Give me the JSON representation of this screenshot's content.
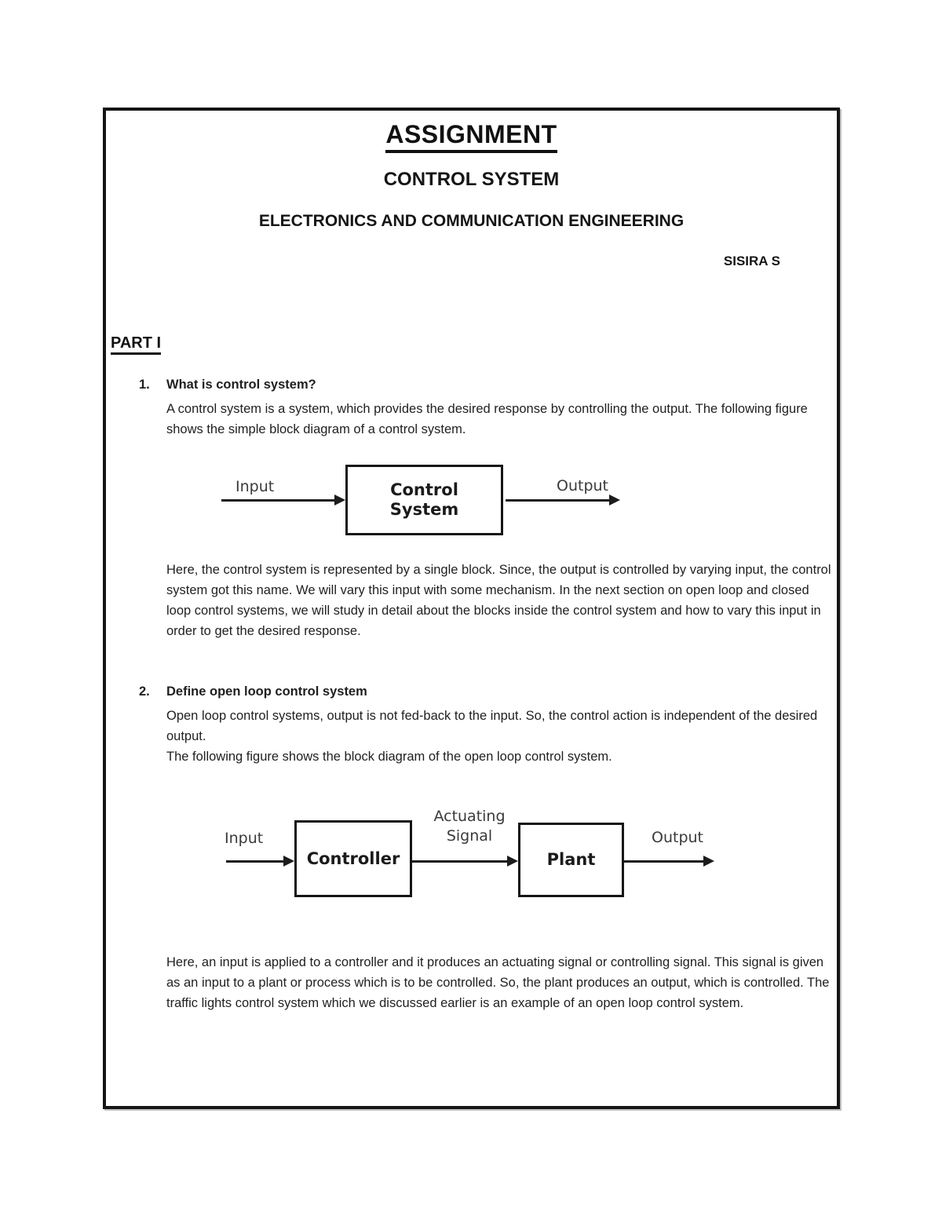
{
  "header": {
    "title": "ASSIGNMENT",
    "subtitle": "CONTROL SYSTEM",
    "department": "ELECTRONICS AND COMMUNICATION ENGINEERING",
    "author": "SISIRA S",
    "section_heading": "PART I"
  },
  "questions": [
    {
      "number": "1.",
      "title": "What is control system?",
      "intro": "A control system is a system, which provides the desired response by controlling the output. The following figure shows the simple block diagram of a control system.",
      "after_text": "Here, the control system is represented by a single block. Since, the output is controlled by varying input, the control system got this name. We will vary this input with some mechanism. In the next section on open loop and closed loop control systems, we will study in detail about the blocks inside the control system and how to vary this input in order to get the desired response."
    },
    {
      "number": "2.",
      "title": "Define open loop control system",
      "intro": "Open loop control systems, output is not fed-back to the input. So, the control action is independent of the desired output.",
      "intro2": "The following figure shows the block diagram of the open loop control system.",
      "after_text": "Here, an input is applied to a controller and it produces an actuating signal or controlling signal. This signal is given as an input to a plant or process which is to be controlled. So, the plant produces an output, which is controlled. The traffic lights control system which we discussed earlier is an example of an open loop control system."
    }
  ],
  "diagram_simple": {
    "input_label": "Input",
    "block_line1": "Control",
    "block_line2": "System",
    "output_label": "Output"
  },
  "diagram_open_loop": {
    "input_label": "Input",
    "controller_label": "Controller",
    "signal_line1": "Actuating",
    "signal_line2": "Signal",
    "plant_label": "Plant",
    "output_label": "Output"
  },
  "colors": {
    "text": "#1f1f1f",
    "border": "#151515",
    "background": "#ffffff"
  }
}
